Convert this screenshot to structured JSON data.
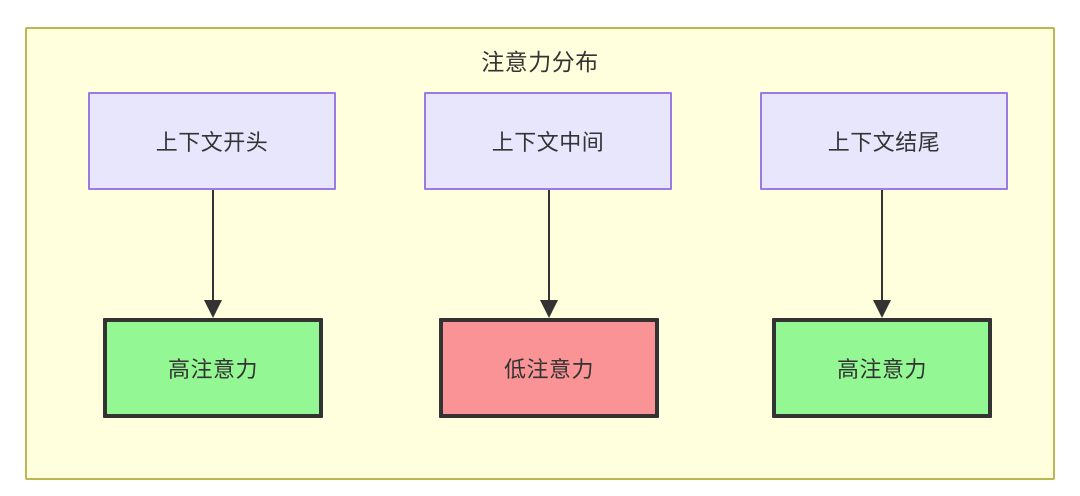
{
  "diagram": {
    "title": "注意力分布",
    "background_color": "#ffffdd",
    "border_color": "#bcb750",
    "columns": [
      {
        "id": "col-1",
        "source": {
          "label": "上下文开头",
          "fill": "#e8e6fd",
          "stroke": "#9c7ae0"
        },
        "target": {
          "label": "高注意力",
          "fill": "#93f793",
          "stroke": "#333333",
          "state": "high"
        }
      },
      {
        "id": "col-2",
        "source": {
          "label": "上下文中间",
          "fill": "#e8e6fd",
          "stroke": "#9c7ae0"
        },
        "target": {
          "label": "低注意力",
          "fill": "#fa9396",
          "stroke": "#333333",
          "state": "low"
        }
      },
      {
        "id": "col-3",
        "source": {
          "label": "上下文结尾",
          "fill": "#e8e6fd",
          "stroke": "#9c7ae0"
        },
        "target": {
          "label": "高注意力",
          "fill": "#93f793",
          "stroke": "#333333",
          "state": "high"
        }
      }
    ],
    "edges": [
      {
        "from": "上下文开头",
        "to": "高注意力",
        "label": "",
        "style": "solid-arrow"
      },
      {
        "from": "上下文中间",
        "to": "低注意力",
        "label": "",
        "style": "solid-arrow"
      },
      {
        "from": "上下文结尾",
        "to": "高注意力",
        "label": "",
        "style": "solid-arrow"
      }
    ],
    "arrow_color": "#333333",
    "text_color": "#333333"
  }
}
